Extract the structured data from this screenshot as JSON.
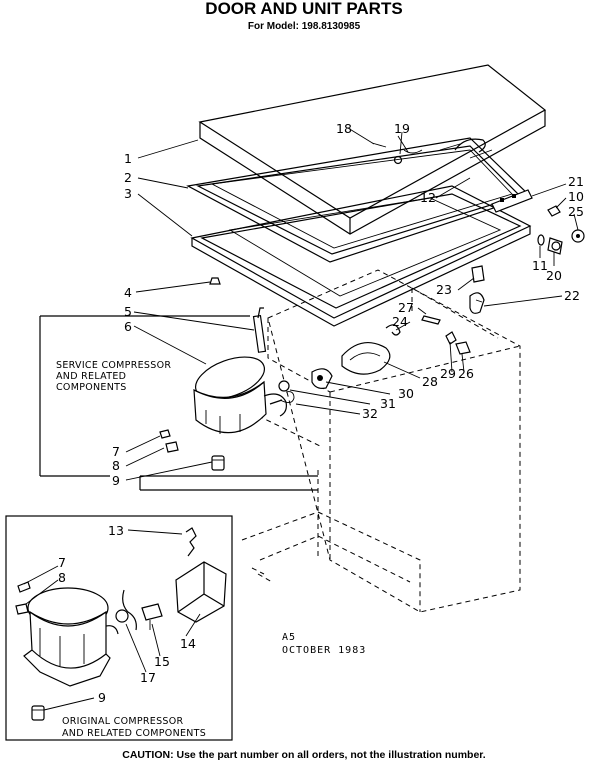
{
  "title": "DOOR AND UNIT PARTS",
  "model_line": "For Model: 198.8130985",
  "group_labels": {
    "service": [
      "SERVICE COMPRESSOR",
      "AND RELATED",
      "COMPONENTS"
    ],
    "original": [
      "ORIGINAL COMPRESSOR",
      "AND RELATED COMPONENTS"
    ]
  },
  "stamp": [
    "A5",
    "OCTOBER 1983"
  ],
  "caution": "CAUTION: Use the part number on all orders, not the illustration number.",
  "callouts": {
    "c1": "1",
    "c2": "2",
    "c3": "3",
    "c4": "4",
    "c5": "5",
    "c6": "6",
    "c7a": "7",
    "c8a": "8",
    "c9a": "9",
    "c10": "10",
    "c11": "11",
    "c12": "12",
    "c13": "13",
    "c14": "14",
    "c15": "15",
    "c17": "17",
    "c18": "18",
    "c19": "19",
    "c20": "20",
    "c21": "21",
    "c22": "22",
    "c23": "23",
    "c24": "24",
    "c25": "25",
    "c26": "26",
    "c27": "27",
    "c28": "28",
    "c29": "29",
    "c30": "30",
    "c31": "31",
    "c32": "32",
    "c7b": "7",
    "c8b": "8",
    "c9b": "9"
  }
}
